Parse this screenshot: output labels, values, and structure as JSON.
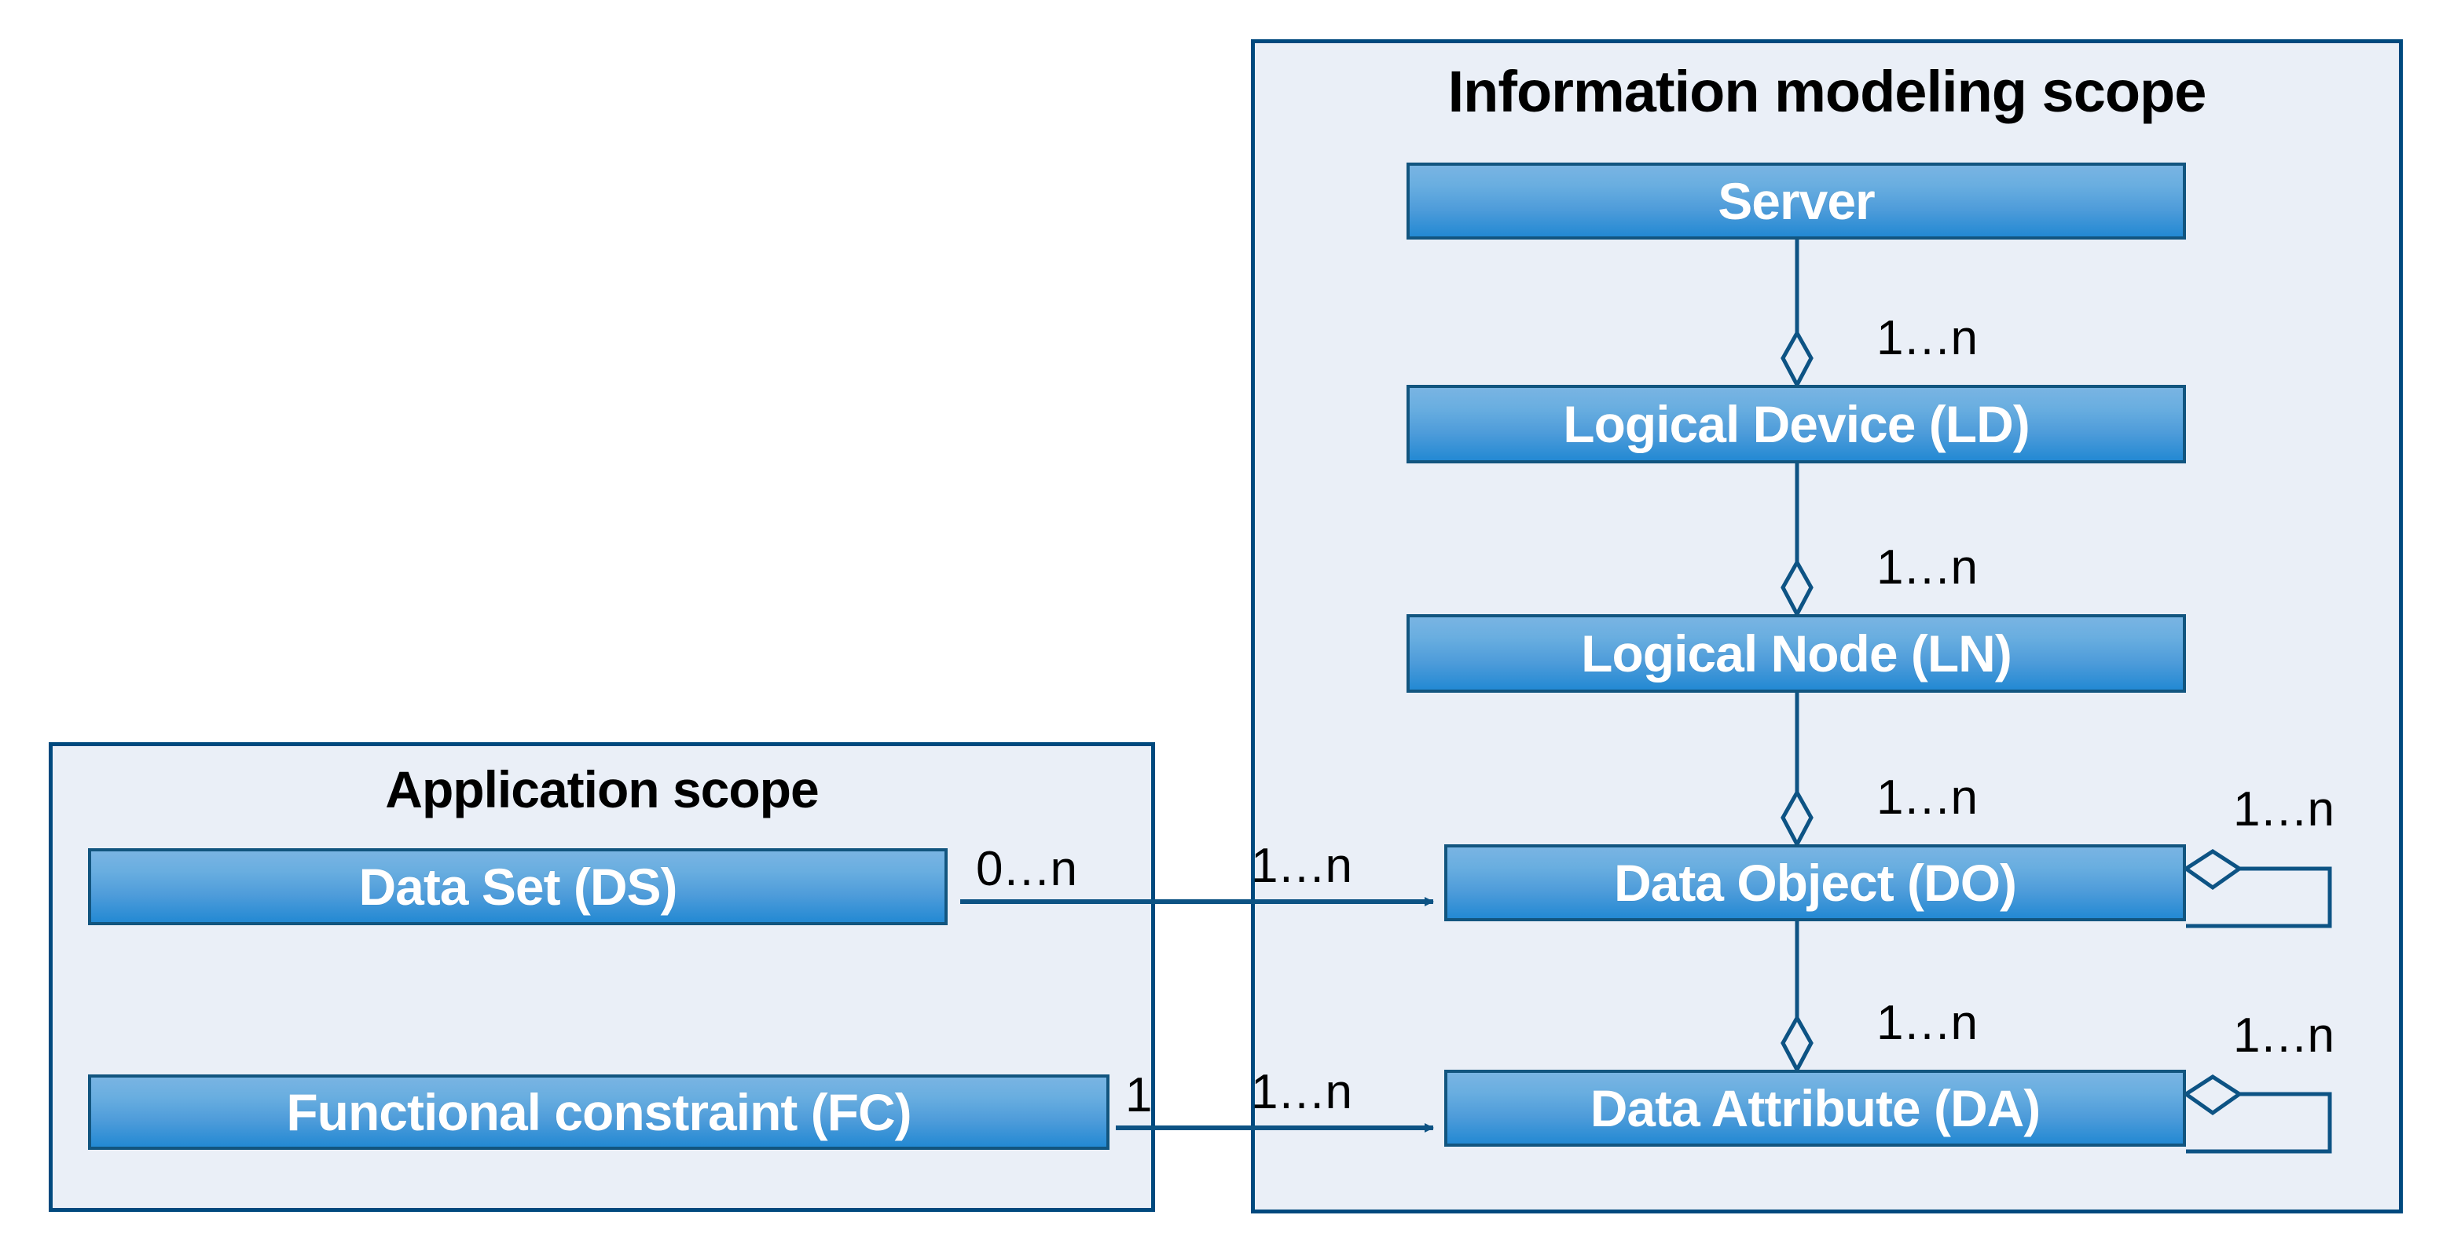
{
  "diagram": {
    "title_hidden": "",
    "panels": [
      {
        "id": "information-modeling-scope",
        "title": "Information modeling scope"
      },
      {
        "id": "application-scope",
        "title": "Application scope"
      }
    ],
    "entities": {
      "server": "Server",
      "logical_device": "Logical Device (LD)",
      "logical_node": "Logical Node (LN)",
      "data_object": "Data Object (DO)",
      "data_attribute": "Data Attribute (DA)",
      "data_set": "Data Set (DS)",
      "functional_constraint": "Functional constraint (FC)"
    },
    "multiplicities": {
      "server_to_ld": "1…n",
      "ld_to_ln": "1…n",
      "ln_to_do": "1…n",
      "do_self": "1…n",
      "do_to_da": "1…n",
      "da_self": "1…n",
      "ds_side": "0…n",
      "ds_to_do": "1…n",
      "fc_side": "1",
      "fc_to_da": "1…n"
    },
    "relations": [
      {
        "from": "server",
        "to": "logical_device",
        "type": "aggregation",
        "multiplicity": "1…n"
      },
      {
        "from": "logical_device",
        "to": "logical_node",
        "type": "aggregation",
        "multiplicity": "1…n"
      },
      {
        "from": "logical_node",
        "to": "data_object",
        "type": "aggregation",
        "multiplicity": "1…n"
      },
      {
        "from": "data_object",
        "to": "data_object",
        "type": "aggregation-self",
        "multiplicity": "1…n"
      },
      {
        "from": "data_object",
        "to": "data_attribute",
        "type": "aggregation",
        "multiplicity": "1…n"
      },
      {
        "from": "data_attribute",
        "to": "data_attribute",
        "type": "aggregation-self",
        "multiplicity": "1…n"
      },
      {
        "from": "data_set",
        "to": "data_object",
        "type": "association-arrow",
        "source_multiplicity": "0…n",
        "target_multiplicity": "1…n"
      },
      {
        "from": "functional_constraint",
        "to": "data_attribute",
        "type": "association-arrow",
        "source_multiplicity": "1",
        "target_multiplicity": "1…n"
      }
    ],
    "colors": {
      "panel_fill": "#eaeff7",
      "panel_border": "#00497e",
      "box_gradient_top": "#79b4e3",
      "box_gradient_bottom": "#2389d3",
      "box_border": "#12557f",
      "connector": "#0d5384",
      "box_text": "#ffffff",
      "label_text": "#000000"
    }
  }
}
